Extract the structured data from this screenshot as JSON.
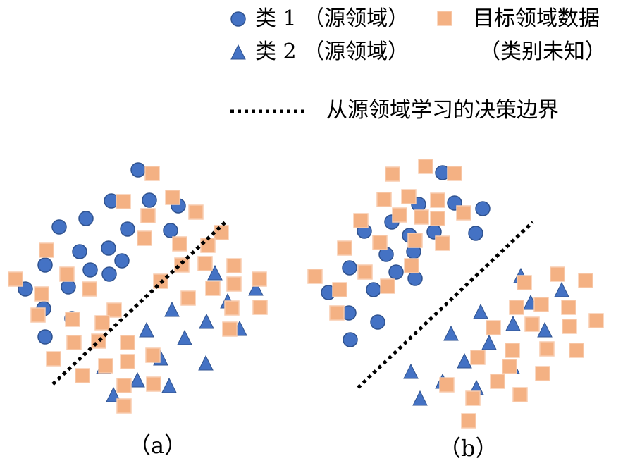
{
  "legend": {
    "class1_label": "类 1 （源领域）",
    "class2_label": "类 2 （源领域）",
    "target_label_line1": "目标领域数据",
    "target_label_line2": "（类别未知）",
    "boundary_label": "从源领域学习的决策边界"
  },
  "colors": {
    "circle_fill": "#4472C4",
    "circle_stroke": "#2F528F",
    "triangle_fill": "#4472C4",
    "square_fill": "#F4B183",
    "square_stroke": "#F8CBAD",
    "boundary": "#000000"
  },
  "subplots": [
    {
      "label": "（a）"
    },
    {
      "label": "（b）"
    }
  ]
}
